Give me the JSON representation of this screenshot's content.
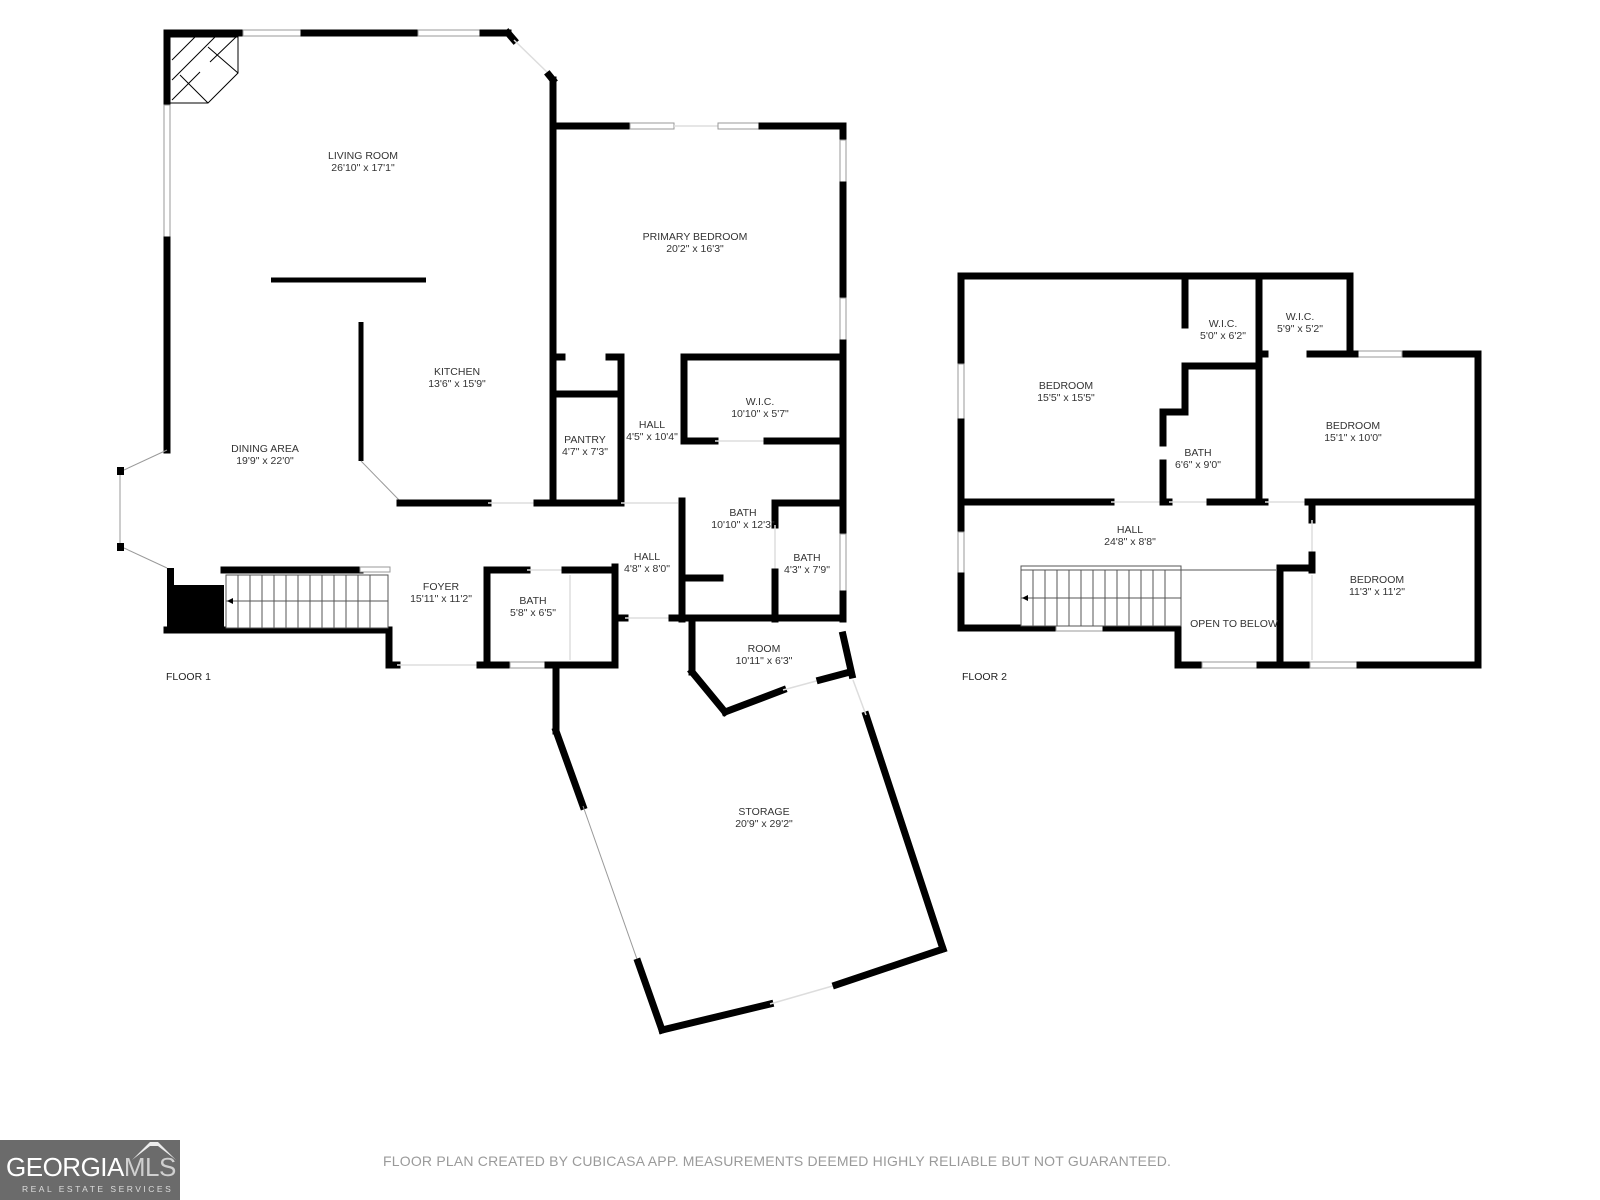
{
  "floor1": {
    "label": "FLOOR 1",
    "rooms": [
      {
        "name": "LIVING ROOM",
        "dims": "26'10\" x 17'1\""
      },
      {
        "name": "KITCHEN",
        "dims": "13'6\" x 15'9\""
      },
      {
        "name": "DINING AREA",
        "dims": "19'9\" x 22'0\""
      },
      {
        "name": "PRIMARY BEDROOM",
        "dims": "20'2\" x 16'3\""
      },
      {
        "name": "W.I.C.",
        "dims": "10'10\" x 5'7\""
      },
      {
        "name": "PANTRY",
        "dims": "4'7\" x 7'3\""
      },
      {
        "name": "HALL",
        "dims": "4'5\" x 10'4\""
      },
      {
        "name": "BATH",
        "dims": "10'10\" x 12'3\""
      },
      {
        "name": "BATH",
        "dims": "4'3\" x 7'9\""
      },
      {
        "name": "HALL",
        "dims": "4'8\" x 8'0\""
      },
      {
        "name": "FOYER",
        "dims": "15'11\" x 11'2\""
      },
      {
        "name": "BATH",
        "dims": "5'8\" x 6'5\""
      },
      {
        "name": "ROOM",
        "dims": "10'11\" x 6'3\""
      },
      {
        "name": "STORAGE",
        "dims": "20'9\" x 29'2\""
      }
    ]
  },
  "floor2": {
    "label": "FLOOR 2",
    "rooms": [
      {
        "name": "BEDROOM",
        "dims": "15'5\" x 15'5\""
      },
      {
        "name": "W.I.C.",
        "dims": "5'0\" x 6'2\""
      },
      {
        "name": "W.I.C.",
        "dims": "5'9\" x 5'2\""
      },
      {
        "name": "BATH",
        "dims": "6'6\" x 9'0\""
      },
      {
        "name": "BEDROOM",
        "dims": "15'1\" x 10'0\""
      },
      {
        "name": "HALL",
        "dims": "24'8\" x 8'8\""
      },
      {
        "name": "BEDROOM",
        "dims": "11'3\" x 11'2\""
      },
      {
        "name": "OPEN TO BELOW",
        "dims": ""
      }
    ]
  },
  "footer": {
    "disclaimer": "FLOOR PLAN CREATED BY CUBICASA APP. MEASUREMENTS DEEMED HIGHLY RELIABLE BUT NOT GUARANTEED.",
    "logo_brand_1": "GEORGIA",
    "logo_brand_2": "MLS",
    "logo_sub": "REAL ESTATE SERVICES"
  },
  "colors": {
    "wall": "#000000",
    "label": "#333333",
    "disclaimer": "#9a9a9a",
    "logo_bg": "#6b6b6b"
  }
}
